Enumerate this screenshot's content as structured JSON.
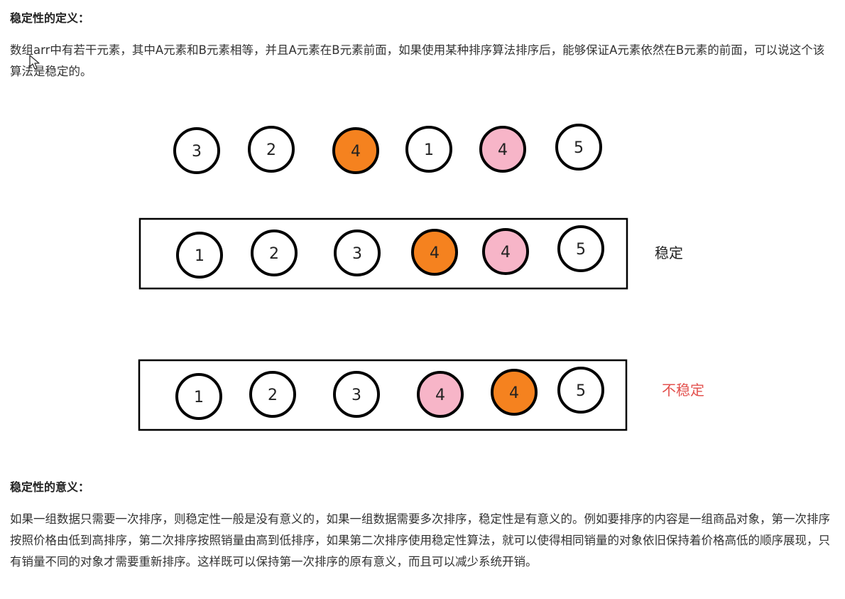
{
  "sections": {
    "definition_heading": "稳定性的定义：",
    "definition_text": "数组arr中有若干元素，其中A元素和B元素相等，并且A元素在B元素前面，如果使用某种排序算法排序后，能够保证A元素依然在B元素的前面，可以说这个该算法是稳定的。",
    "meaning_heading": "稳定性的意义：",
    "meaning_text": "如果一组数据只需要一次排序，则稳定性一般是没有意义的，如果一组数据需要多次排序，稳定性是有意义的。例如要排序的内容是一组商品对象，第一次排序按照价格由低到高排序，第二次排序按照销量由高到低排序，如果第二次排序使用稳定性算法，就可以使得相同销量的对象依旧保持着价格高低的顺序展现，只有销量不同的对象才需要重新排序。这样既可以保持第一次排序的原有意义，而且可以减少系统开销。"
  },
  "diagram": {
    "colors": {
      "stroke": "#000000",
      "white": "#ffffff",
      "orange": "#f5821f",
      "pink": "#f7b5c8",
      "unstable_label": "#e3524f"
    },
    "rows": [
      {
        "id": "original",
        "label": "",
        "boxed": false,
        "circles": [
          {
            "value": "3",
            "fill": "white"
          },
          {
            "value": "2",
            "fill": "white"
          },
          {
            "value": "4",
            "fill": "orange"
          },
          {
            "value": "1",
            "fill": "white"
          },
          {
            "value": "4",
            "fill": "pink"
          },
          {
            "value": "5",
            "fill": "white"
          }
        ]
      },
      {
        "id": "stable",
        "label": "稳定",
        "boxed": true,
        "circles": [
          {
            "value": "1",
            "fill": "white"
          },
          {
            "value": "2",
            "fill": "white"
          },
          {
            "value": "3",
            "fill": "white"
          },
          {
            "value": "4",
            "fill": "orange"
          },
          {
            "value": "4",
            "fill": "pink"
          },
          {
            "value": "5",
            "fill": "white"
          }
        ]
      },
      {
        "id": "unstable",
        "label": "不稳定",
        "boxed": true,
        "circles": [
          {
            "value": "1",
            "fill": "white"
          },
          {
            "value": "2",
            "fill": "white"
          },
          {
            "value": "3",
            "fill": "white"
          },
          {
            "value": "4",
            "fill": "pink"
          },
          {
            "value": "4",
            "fill": "orange"
          },
          {
            "value": "5",
            "fill": "white"
          }
        ]
      }
    ]
  }
}
